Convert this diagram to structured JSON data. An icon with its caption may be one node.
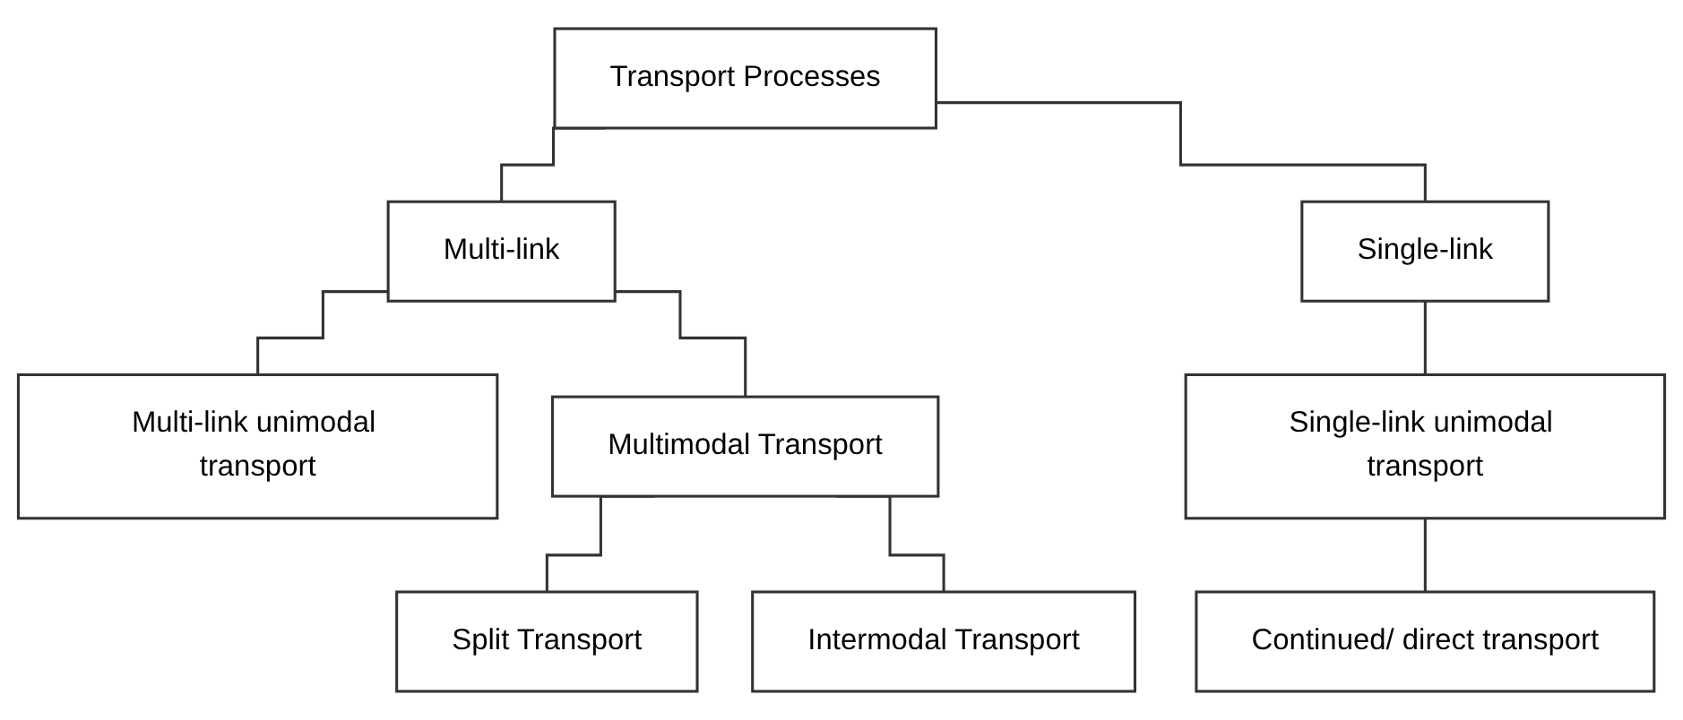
{
  "diagram": {
    "nodes": [
      {
        "text": [
          "Transport Processes"
        ]
      },
      {
        "text": [
          "Multi-link"
        ]
      },
      {
        "text": [
          "Single-link"
        ]
      },
      {
        "text": [
          "Multi-link unimodal transport"
        ]
      },
      {
        "text": [
          "Multimodal Transport"
        ]
      },
      {
        "text": [
          "Split Transport"
        ]
      },
      {
        "text": [
          "Intermodal Transport"
        ]
      },
      {
        "text": [
          "Single-link unimodal transport"
        ]
      },
      {
        "text": [
          "Continued/ direct transport"
        ]
      }
    ],
    "edges": [
      {
        "from": 0,
        "to": 1,
        "arrow": "none"
      },
      {
        "from": 0,
        "to": 2,
        "arrow": "none"
      },
      {
        "from": 1,
        "to": 3,
        "arrow": "none"
      },
      {
        "from": 1,
        "to": 4,
        "arrow": "none"
      },
      {
        "from": 4,
        "to": 5,
        "arrow": "none"
      },
      {
        "from": 4,
        "to": 6,
        "arrow": "none"
      },
      {
        "from": 2,
        "to": 7,
        "arrow": "none"
      },
      {
        "from": 7,
        "to": 8,
        "arrow": "none"
      }
    ]
  }
}
